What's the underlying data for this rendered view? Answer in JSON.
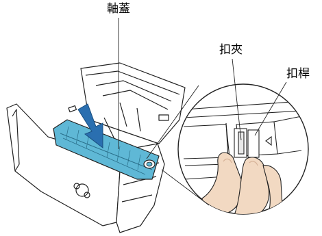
{
  "labels": {
    "roller_cover": "軸蓋",
    "clip": "扣夾",
    "lever": "扣桿"
  },
  "colors": {
    "outline": "#222222",
    "cover_blue": "#5fb8d6",
    "arrow_blue": "#2a6fb0",
    "skin": "#f2d9c2",
    "skin_shadow": "#d7b399"
  }
}
